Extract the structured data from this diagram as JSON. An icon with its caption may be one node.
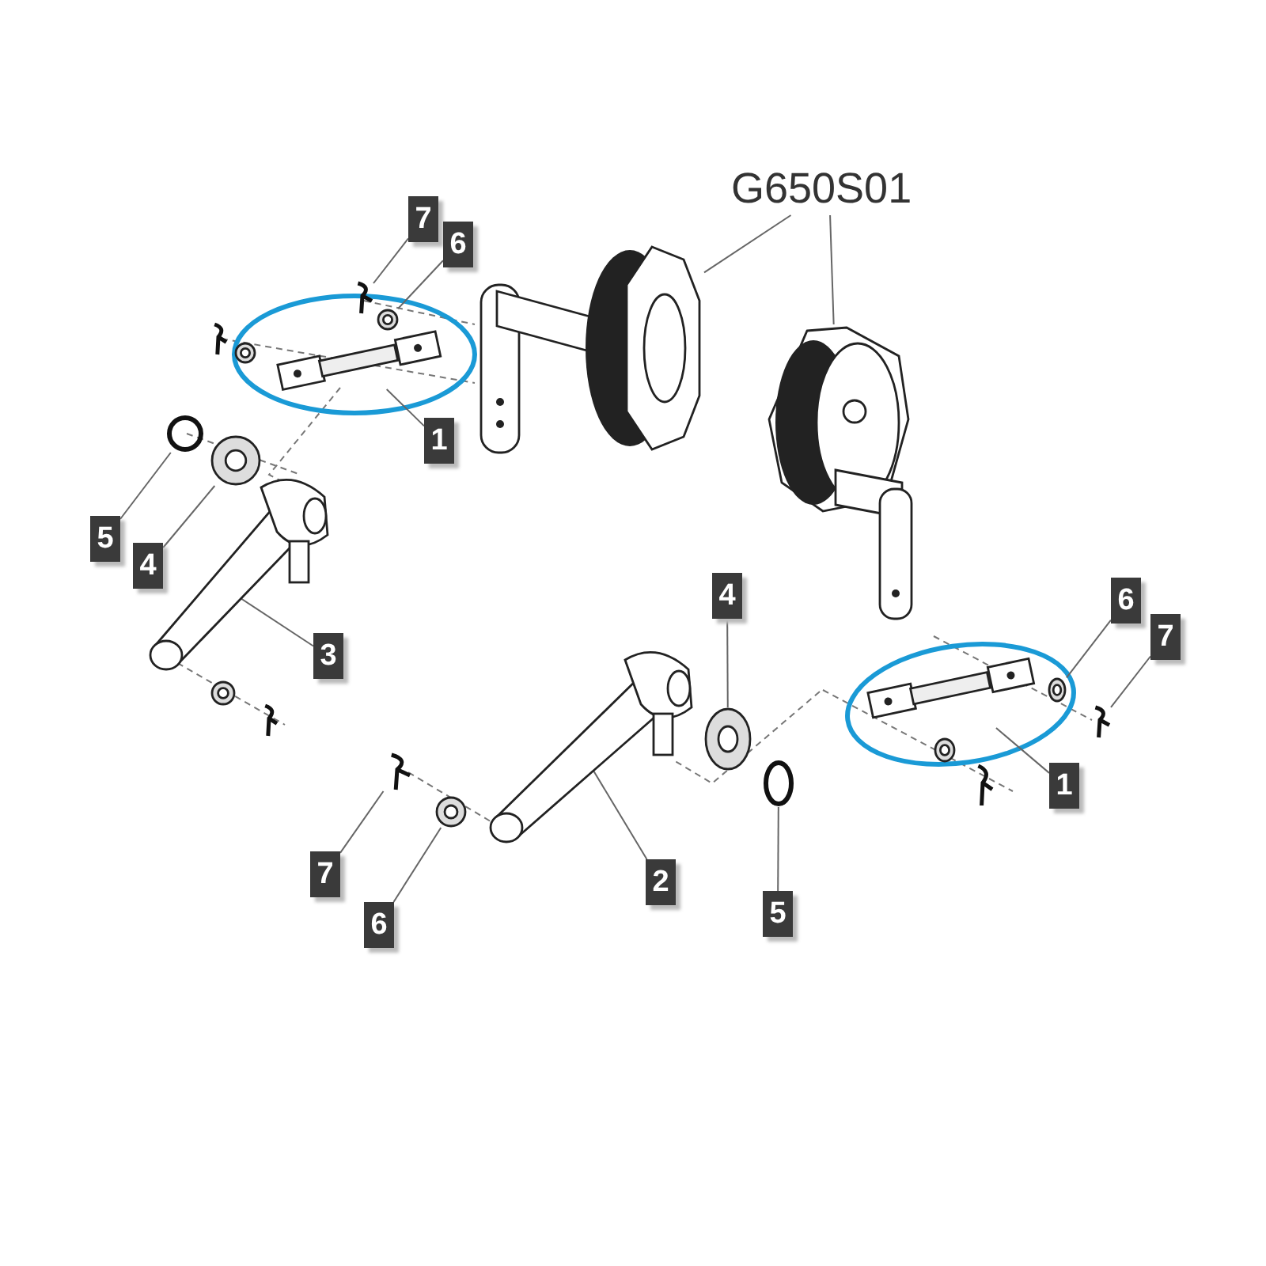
{
  "diagram": {
    "nodes": [
      {
        "text": [
          "G650S01"
        ]
      },
      {
        "text": [
          "7"
        ]
      },
      {
        "text": [
          "6"
        ]
      },
      {
        "text": [
          "1"
        ]
      },
      {
        "text": [
          "5"
        ]
      },
      {
        "text": [
          "4"
        ]
      },
      {
        "text": [
          "3"
        ]
      },
      {
        "text": [
          "4"
        ]
      },
      {
        "text": [
          "6"
        ]
      },
      {
        "text": [
          "7"
        ]
      },
      {
        "text": [
          "1"
        ]
      },
      {
        "text": [
          "2"
        ]
      },
      {
        "text": [
          "7"
        ]
      },
      {
        "text": [
          "5"
        ]
      },
      {
        "text": [
          "6"
        ]
      },
      {
        "text": [],
        "shape": "picture"
      },
      {
        "text": [],
        "shape": "picture"
      },
      {
        "text": [],
        "shape": "picture"
      },
      {
        "text": [],
        "shape": "picture"
      },
      {
        "text": [],
        "shape": "picture"
      },
      {
        "text": [],
        "shape": "circle"
      },
      {
        "text": [],
        "shape": "picture"
      },
      {
        "text": [],
        "shape": "picture"
      },
      {
        "text": [],
        "shape": "picture"
      },
      {
        "text": [],
        "shape": "picture"
      },
      {
        "text": [],
        "shape": "picture"
      },
      {
        "text": [],
        "shape": "picture"
      },
      {
        "text": [],
        "shape": "picture"
      },
      {
        "text": [],
        "shape": "picture"
      },
      {
        "text": [],
        "shape": "circle"
      },
      {
        "text": [],
        "shape": "picture"
      }
    ],
    "edges": [
      {
        "from": 0,
        "to": 15,
        "arrow": "none"
      },
      {
        "from": 0,
        "to": 16,
        "arrow": "none"
      },
      {
        "from": 1,
        "to": 17,
        "arrow": "none"
      },
      {
        "from": 2,
        "to": 18,
        "arrow": "none"
      },
      {
        "from": 3,
        "to": 19,
        "arrow": "none"
      },
      {
        "from": 4,
        "to": 20,
        "arrow": "none"
      },
      {
        "from": 5,
        "to": 21,
        "arrow": "none"
      },
      {
        "from": 6,
        "to": 22,
        "arrow": "none"
      },
      {
        "from": 7,
        "to": 23,
        "arrow": "none"
      },
      {
        "from": 8,
        "to": 24,
        "arrow": "none"
      },
      {
        "from": 9,
        "to": 25,
        "arrow": "none"
      },
      {
        "from": 10,
        "to": 26,
        "arrow": "none"
      },
      {
        "from": 11,
        "to": 27,
        "arrow": "none"
      },
      {
        "from": 12,
        "to": 28,
        "arrow": "none"
      },
      {
        "from": 13,
        "to": 29,
        "arrow": "none"
      },
      {
        "from": 14,
        "to": 30,
        "arrow": "none"
      }
    ]
  }
}
